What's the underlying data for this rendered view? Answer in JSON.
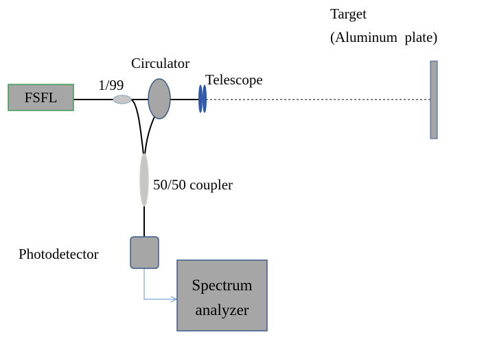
{
  "diagram": {
    "components": {
      "fsfl": "FSFL",
      "splitter_ratio": "1/99",
      "circulator": "Circulator",
      "telescope": "Telescope",
      "target_title": "Target",
      "target_detail": "(Aluminum  plate)",
      "coupler": "50/50 coupler",
      "photodetector": "Photodetector",
      "spectrum_line1": "Spectrum",
      "spectrum_line2": "analyzer"
    },
    "colors": {
      "fsfl_box_fill": "#a6a6a6",
      "fsfl_box_border": "#3f9c55",
      "component_fill": "#a6a6a6",
      "component_border": "#3b5a86",
      "splitter_fill": "#c6c6c6",
      "splitter_border": "#9fb3c8",
      "coupler_fill": "#c6c6c6",
      "coupler_border": "#d2d2c2",
      "telescope_lens": "#2e5aa8",
      "fiber": "#000000",
      "signal_line": "#5b8fd6",
      "beam": "#000000",
      "target_fill": "#a6a6a6",
      "target_border": "#3b5a86"
    }
  }
}
